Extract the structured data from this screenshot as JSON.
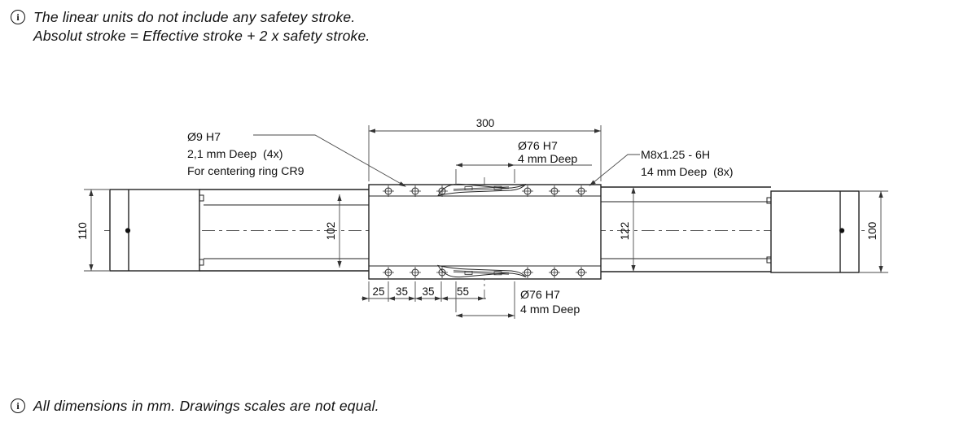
{
  "notes": {
    "top": {
      "icon_glyph": "i",
      "line1": "The linear units do not include any safetey stroke.",
      "line2": "Absolut stroke = Effective stroke + 2 x safety stroke."
    },
    "bottom": {
      "icon_glyph": "i",
      "text": "All dimensions in mm. Drawings scales are not equal."
    }
  },
  "drawing": {
    "dimensions": {
      "carriage_length": "300",
      "left_block_height": "110",
      "rail_height_left": "102",
      "rail_height_right": "122",
      "right_block_height": "100",
      "hole_spacing": [
        "25",
        "35",
        "35",
        "55"
      ]
    },
    "callouts": {
      "centering_bore": {
        "line1": "Ø9 H7",
        "line2": "2,1 mm Deep  (4x)",
        "line3": "For centering ring CR9"
      },
      "pilot_top": {
        "line1": "Ø76 H7",
        "line2": "4 mm Deep"
      },
      "thread": {
        "line1": "M8x1.25 - 6H",
        "line2": "14 mm Deep  (8x)"
      },
      "pilot_bottom": {
        "line1": "Ø76 H7",
        "line2": "4 mm Deep"
      }
    },
    "colors": {
      "outline": "#222222",
      "dimension_lines": "#4a4a4a",
      "background": "#ffffff"
    }
  }
}
